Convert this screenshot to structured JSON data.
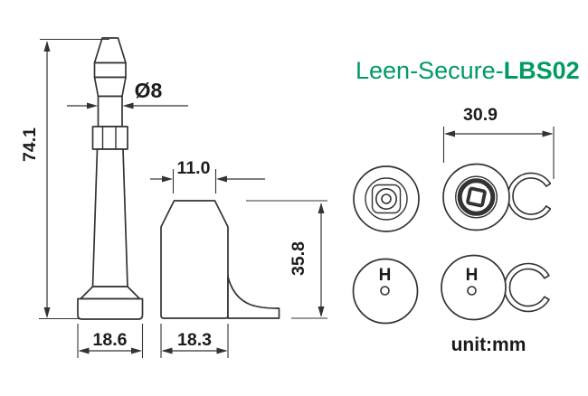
{
  "title": {
    "prefix": "Leen-Secure-",
    "model": "LBS02"
  },
  "unit_label": "unit:mm",
  "colors": {
    "accent_green": "#009B63",
    "line": "#333333",
    "text": "#1c1c1c"
  },
  "dimensions": {
    "pin_height": "74.1",
    "pin_diameter": "Ø8",
    "pin_base_width": "18.6",
    "barrel_top_width": "11.0",
    "barrel_height": "35.8",
    "barrel_base_width": "18.3",
    "head_overall_width": "30.9"
  },
  "markings": {
    "bottom_letter": "H"
  }
}
